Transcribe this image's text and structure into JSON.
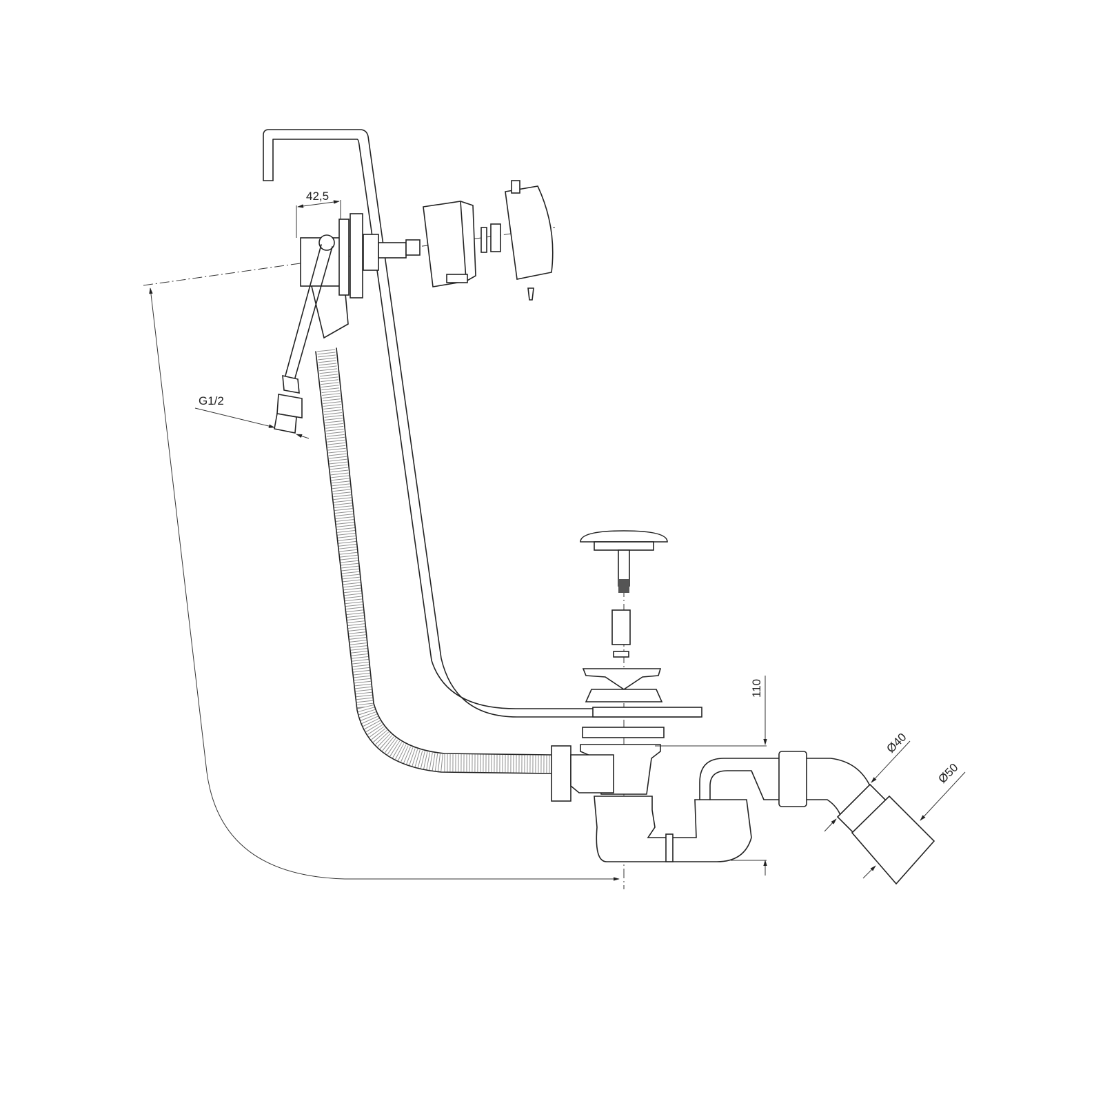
{
  "drawing": {
    "dimensions": {
      "overflow_width": "42,5",
      "inlet_thread": "G1/2",
      "drain_height": "110",
      "outlet_inner_diameter": "Ø40",
      "outlet_outer_diameter": "Ø50"
    }
  }
}
